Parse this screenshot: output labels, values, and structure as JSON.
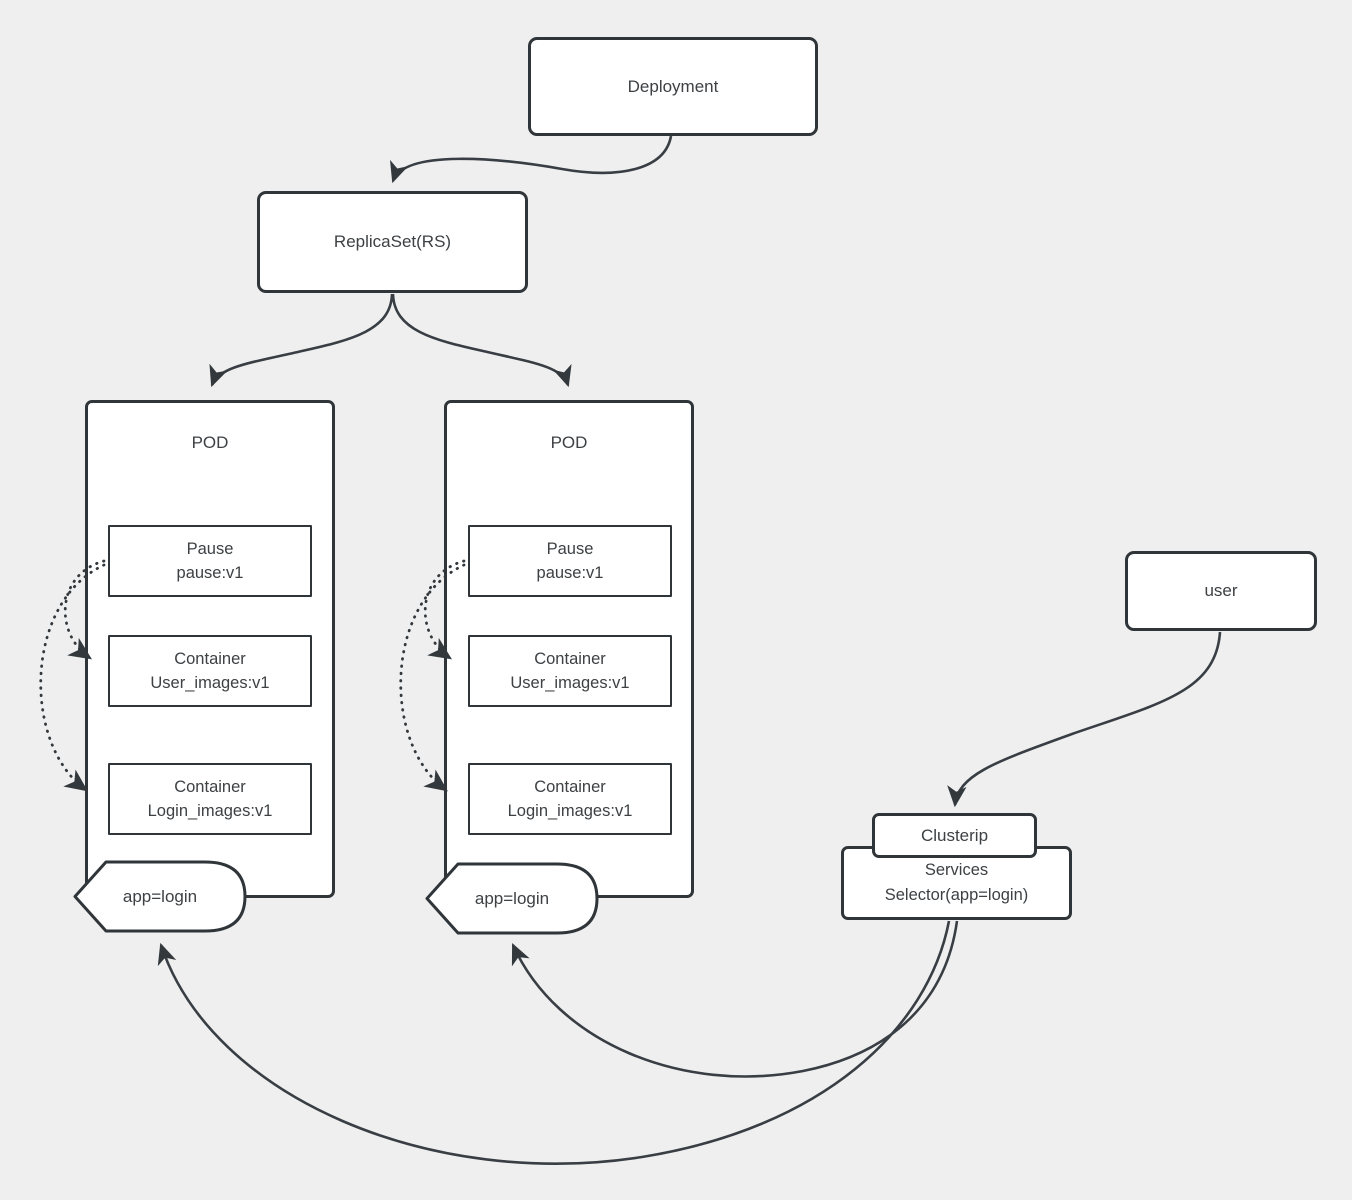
{
  "diagram": {
    "colors": {
      "background": "#efefef",
      "node_border": "#2f3539",
      "node_fill": "#ffffff",
      "connector": "#383e43",
      "text": "#3d4144"
    },
    "nodes": {
      "deployment": {
        "label": "Deployment"
      },
      "replicaset": {
        "label": "ReplicaSet(RS)"
      },
      "pod_left": {
        "label": "POD"
      },
      "pod_right": {
        "label": "POD"
      },
      "pause_left": {
        "line1": "Pause",
        "line2": "pause:v1"
      },
      "pause_right": {
        "line1": "Pause",
        "line2": "pause:v1"
      },
      "container_user_left": {
        "line1": "Container",
        "line2": "User_images:v1"
      },
      "container_user_right": {
        "line1": "Container",
        "line2": "User_images:v1"
      },
      "container_login_left": {
        "line1": "Container",
        "line2": "Login_images:v1"
      },
      "container_login_right": {
        "line1": "Container",
        "line2": "Login_images:v1"
      },
      "tag_left": {
        "label": "app=login"
      },
      "tag_right": {
        "label": "app=login"
      },
      "user": {
        "label": "user"
      },
      "clusterip": {
        "label": "Clusterip"
      },
      "services": {
        "line1": "Services",
        "line2": "Selector(app=login)"
      }
    },
    "edges": [
      {
        "from": "deployment",
        "to": "replicaset",
        "style": "solid-arrow"
      },
      {
        "from": "replicaset",
        "to": "pod_left",
        "style": "solid-arrow"
      },
      {
        "from": "replicaset",
        "to": "pod_right",
        "style": "solid-arrow"
      },
      {
        "from": "pause_left",
        "to": "container_user_left",
        "style": "dotted-arrow"
      },
      {
        "from": "pause_left",
        "to": "container_login_left",
        "style": "dotted-arrow"
      },
      {
        "from": "pause_right",
        "to": "container_user_right",
        "style": "dotted-arrow"
      },
      {
        "from": "pause_right",
        "to": "container_login_right",
        "style": "dotted-arrow"
      },
      {
        "from": "user",
        "to": "clusterip",
        "style": "solid-arrow"
      },
      {
        "from": "services",
        "to": "tag_left",
        "style": "solid-arrow"
      },
      {
        "from": "services",
        "to": "tag_right",
        "style": "solid-arrow"
      }
    ]
  }
}
